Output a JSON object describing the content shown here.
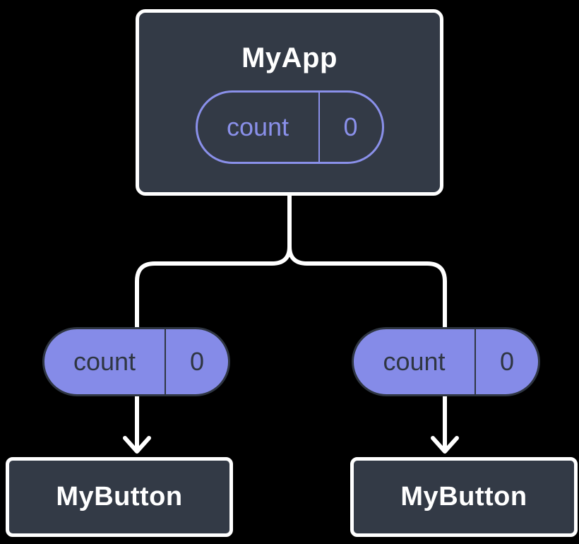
{
  "colors": {
    "background": "#000000",
    "node_fill": "#333A46",
    "node_border": "#FFFFFF",
    "line": "#FFFFFF",
    "accent": "#8A90EA",
    "pill_fill": "#858BE8",
    "pill_dark": "#2F3642",
    "text_light": "#FFFFFF"
  },
  "root": {
    "title": "MyApp",
    "state": {
      "name": "count",
      "value": "0"
    }
  },
  "props": [
    {
      "name": "count",
      "value": "0"
    },
    {
      "name": "count",
      "value": "0"
    }
  ],
  "children": [
    {
      "title": "MyButton"
    },
    {
      "title": "MyButton"
    }
  ]
}
